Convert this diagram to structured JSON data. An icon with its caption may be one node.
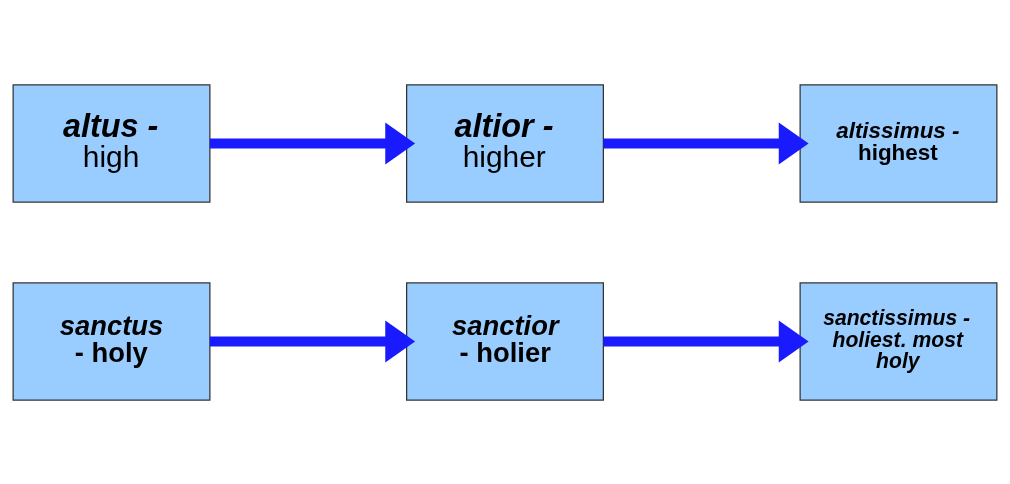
{
  "diagram": {
    "nodes": [
      {
        "text": [
          "altus -",
          "high"
        ]
      },
      {
        "text": [
          "altior -",
          "higher"
        ]
      },
      {
        "text": [
          "altissimus -",
          "highest"
        ]
      },
      {
        "text": [
          "sanctus",
          "- holy"
        ]
      },
      {
        "text": [
          "sanctior",
          "- holier"
        ]
      },
      {
        "text": [
          "sanctissimus - holiest. most holy"
        ]
      }
    ],
    "edges": [
      {
        "from": 0,
        "to": 1,
        "arrow": "to"
      },
      {
        "from": 1,
        "to": 2,
        "arrow": "to"
      },
      {
        "from": 3,
        "to": 4,
        "arrow": "to"
      },
      {
        "from": 4,
        "to": 5,
        "arrow": "to"
      }
    ]
  }
}
